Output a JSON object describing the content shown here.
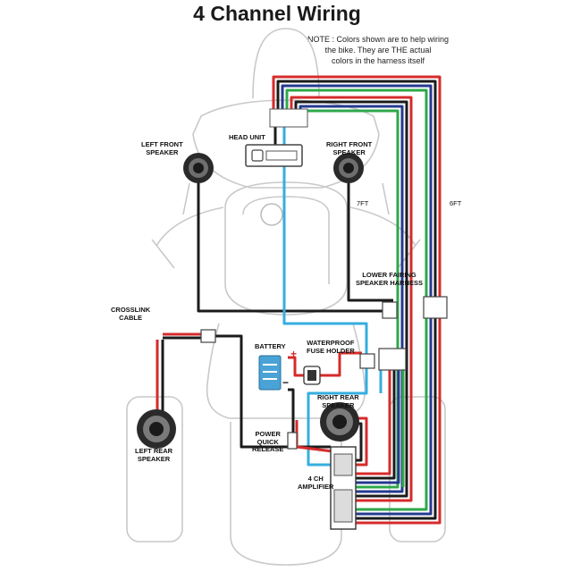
{
  "title": "4 Channel Wiring",
  "note": {
    "line1": "NOTE : Colors shown are to help wiring",
    "line2": "the bike.  They are THE actual",
    "line3": "colors in the harness itself"
  },
  "labels": {
    "head_unit": "HEAD UNIT",
    "left_front_1": "LEFT FRONT",
    "left_front_2": "SPEAKER",
    "right_front_1": "RIGHT FRONT",
    "right_front_2": "SPEAKER",
    "seven_ft": "7FT",
    "six_ft": "6FT",
    "lower_fairing_1": "LOWER FAIRING",
    "lower_fairing_2": "SPEAKER HARNESS",
    "crosslink_1": "CROSSLINK",
    "crosslink_2": "CABLE",
    "battery": "BATTERY",
    "fuse_1": "WATERPROOF",
    "fuse_2": "FUSE HOLDER",
    "right_rear_1": "RIGHT REAR",
    "right_rear_2": "SPEAKER",
    "power_1": "POWER",
    "power_2": "QUICK",
    "power_3": "RELEASE",
    "left_rear_1": "LEFT REAR",
    "left_rear_2": "SPEAKER",
    "amp_1": "4 CH",
    "amp_2": "AMPLIFIER",
    "plus": "+",
    "minus": "−"
  },
  "colors": {
    "red": "#d62b2b",
    "black": "#1b1b1b",
    "blue": "#243a8f",
    "green": "#2ea84a",
    "cyan": "#35aee0",
    "outline": "#c8c8c8"
  }
}
